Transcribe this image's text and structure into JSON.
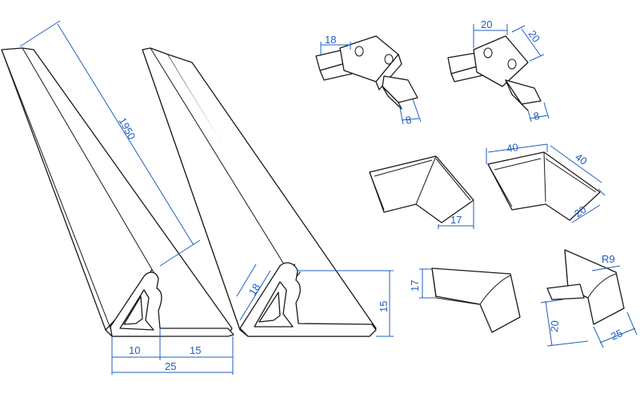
{
  "accent_color": "#1f5fbf",
  "line_color": "#1a1a1a",
  "profile_left": {
    "length": "1950",
    "width_a": "10",
    "width_b": "15",
    "width_total": "25"
  },
  "profile_right": {
    "side": "18",
    "height": "15"
  },
  "connector_tee": {
    "width": "18",
    "slot": "8"
  },
  "connector_corner": {
    "width": "20",
    "depth": "20",
    "slot": "8"
  },
  "inner_corner": {
    "height": "17"
  },
  "outer_corner": {
    "width": "40",
    "depth": "40",
    "height": "20"
  },
  "end_cap": {
    "height": "17"
  },
  "radius_corner": {
    "radius": "R9",
    "height": "20",
    "width": "25"
  }
}
